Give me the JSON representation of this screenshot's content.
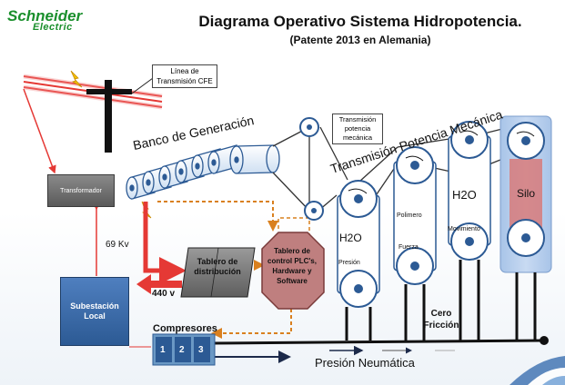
{
  "brand": {
    "name": "Schneider",
    "sub": "Electric"
  },
  "header": {
    "title": "Diagrama Operativo Sistema Hidropotencia.",
    "subtitle": "(Patente 2013 en Alemania)"
  },
  "labels": {
    "linea_cfe": "Línea de Transmisión CFE",
    "transmision_mecanica": "Transmisión potencia mecánica",
    "banco": "Banco de Generación",
    "transmision_potencia": "Transmisión Potencia Mecánica",
    "transformador": "Transformador",
    "v69": "69 Kv",
    "subestacion": "Subestación Local",
    "v440": "440 v",
    "tablero_dist": "Tablero de distribución",
    "tablero_ctrl": "Tablero de control PLC's, Hardware y Software",
    "compresores": "Compresores",
    "comp_1": "1",
    "comp_2": "2",
    "comp_3": "3",
    "presion_neumatica": "Presión Neumática",
    "h2o_1": "H2O",
    "h2o_2": "H2O",
    "presion": "Presión",
    "polimero": "Polimero",
    "fuerza": "Fuerza",
    "movimiento": "Movimiento",
    "silo": "Silo",
    "cero_friccion": "Cero Fricción"
  },
  "colors": {
    "brand": "#1a8f2c",
    "power_line": "#e53935",
    "control_line": "#d9801f",
    "equipment": "#2c5a94"
  }
}
